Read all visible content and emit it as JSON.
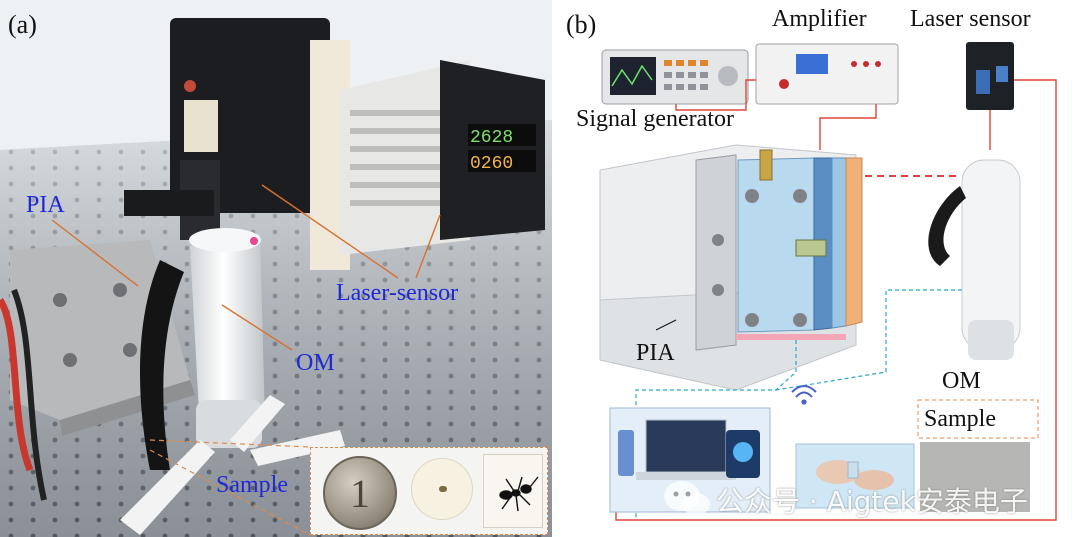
{
  "panel_a": {
    "letter": "(a)",
    "labels": {
      "pia": "PIA",
      "laser_sensor": "Laser-sensor",
      "om": "OM",
      "sample": "Sample"
    },
    "coin_text": "1"
  },
  "panel_b": {
    "letter": "(b)",
    "labels": {
      "amplifier": "Amplifier",
      "laser_sensor": "Laser sensor",
      "signal_generator": "Signal generator",
      "pia": "PIA",
      "om": "OM",
      "sample": "Sample"
    }
  },
  "watermark": {
    "text": "公众号 · Aigtek安泰电子"
  },
  "colors": {
    "label_blue": "#1f28d6",
    "wire_red": "#e0453a",
    "wire_teal": "#2aa6c8",
    "leader_orange": "#d9712e",
    "plate_blue": "#9cc6e6",
    "plate_orange": "#f0b07a"
  }
}
